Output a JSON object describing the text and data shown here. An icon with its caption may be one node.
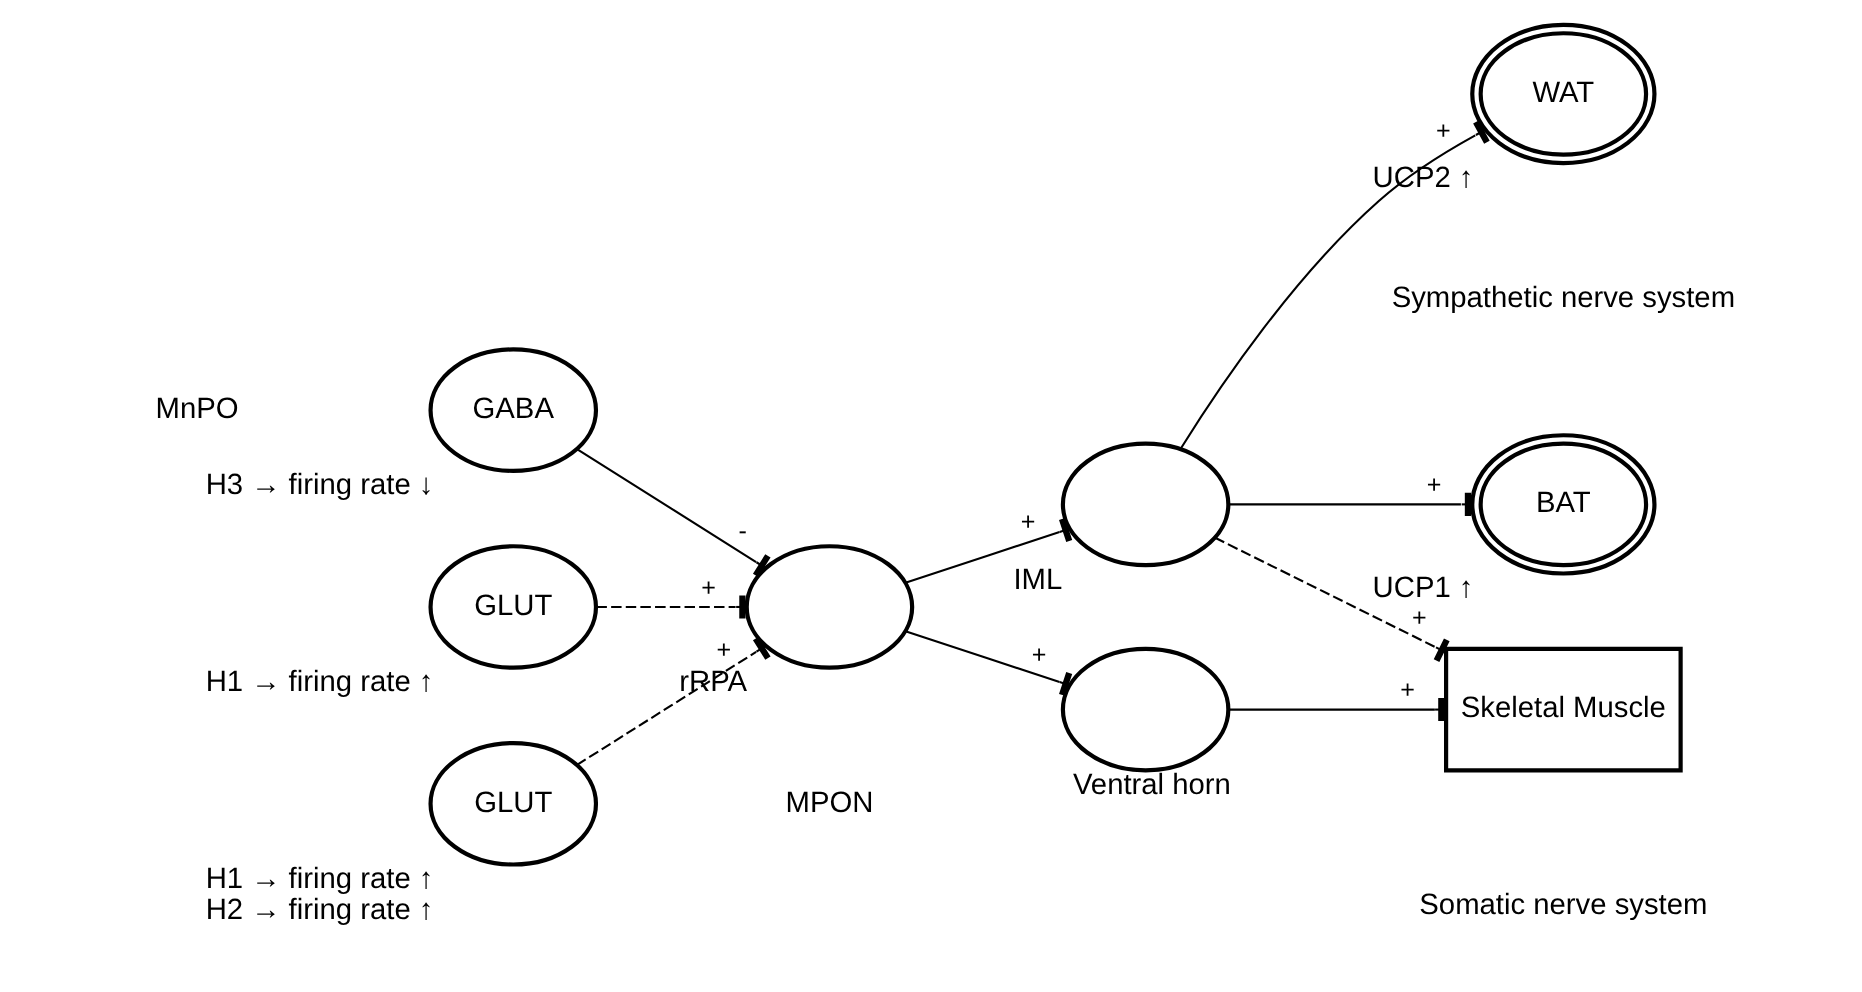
{
  "diagram": {
    "nodes": [
      {
        "text": [
          "GABA"
        ],
        "beside": [
          "H3 → firing rate ↓"
        ]
      },
      {
        "text": [
          "GLUT"
        ],
        "beside": [
          "H1 → firing rate ↑"
        ]
      },
      {
        "text": [
          "GLUT"
        ],
        "beside": [
          "H1 → firing rate ↑",
          "H2 → firing rate ↑"
        ]
      },
      {
        "text": [],
        "shape": "circle",
        "beside": [
          "rRPA"
        ]
      },
      {
        "text": [],
        "shape": "circle",
        "beside": [
          "IML"
        ]
      },
      {
        "text": [],
        "shape": "circle",
        "beside": [
          "Ventral horn"
        ]
      },
      {
        "text": [
          "WAT"
        ],
        "beside": [
          "UCP2 ↑"
        ]
      },
      {
        "text": [
          "BAT"
        ],
        "beside": [
          "UCP1 ↑"
        ]
      },
      {
        "text": [
          "Skeletal Muscle"
        ]
      }
    ],
    "edges": [
      {
        "from": 0,
        "to": 3,
        "arrow": "other",
        "label": "-"
      },
      {
        "from": 1,
        "to": 3,
        "arrow": "other",
        "label": "+",
        "style": "dashed"
      },
      {
        "from": 2,
        "to": 3,
        "arrow": "other",
        "label": "+",
        "style": "dashed"
      },
      {
        "from": 3,
        "to": 4,
        "arrow": "other",
        "label": "+"
      },
      {
        "from": 3,
        "to": 5,
        "arrow": "other",
        "label": "+"
      },
      {
        "from": 4,
        "to": 6,
        "arrow": "other",
        "label": "+"
      },
      {
        "from": 4,
        "to": 7,
        "arrow": "other",
        "label": "+"
      },
      {
        "from": 4,
        "to": 8,
        "arrow": "other",
        "label": "+",
        "style": "dashed"
      },
      {
        "from": 5,
        "to": 8,
        "arrow": "other",
        "label": "+"
      }
    ],
    "labels": [
      "MnPO",
      "Sympathetic nerve system",
      "Somatic nerve system",
      "MPON"
    ]
  }
}
